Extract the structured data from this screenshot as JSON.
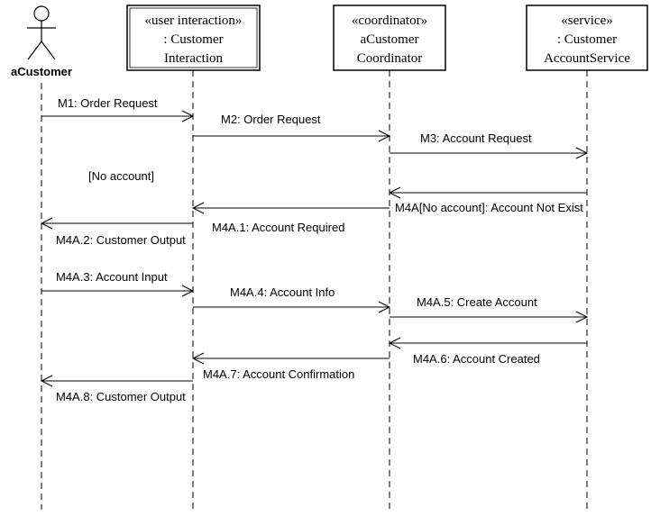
{
  "actor": {
    "name": "aCustomer"
  },
  "objects": [
    {
      "stereotype": "«user interaction»",
      "line1": ": Customer",
      "line2": "Interaction"
    },
    {
      "stereotype": "«coordinator»",
      "line1": "aCustomer",
      "line2": "Coordinator"
    },
    {
      "stereotype": "«service»",
      "line1": ": Customer",
      "line2": "AccountService"
    }
  ],
  "condition": "[No account]",
  "messages": [
    {
      "from": 0,
      "to": 1,
      "label": "M1: Order Request"
    },
    {
      "from": 1,
      "to": 2,
      "label": "M2: Order Request"
    },
    {
      "from": 2,
      "to": 3,
      "label": "M3: Account Request"
    },
    {
      "from": 3,
      "to": 2,
      "label": "M4A[No account]: Account Not Exist"
    },
    {
      "from": 2,
      "to": 1,
      "label": "M4A.1: Account Required"
    },
    {
      "from": 1,
      "to": 0,
      "label": "M4A.2: Customer Output"
    },
    {
      "from": 0,
      "to": 1,
      "label": "M4A.3: Account Input"
    },
    {
      "from": 1,
      "to": 2,
      "label": "M4A.4: Account Info"
    },
    {
      "from": 2,
      "to": 3,
      "label": "M4A.5: Create Account"
    },
    {
      "from": 3,
      "to": 2,
      "label": "M4A.6: Account Created"
    },
    {
      "from": 2,
      "to": 1,
      "label": "M4A.7: Account Confirmation"
    },
    {
      "from": 1,
      "to": 0,
      "label": "M4A.8: Customer Output"
    }
  ]
}
